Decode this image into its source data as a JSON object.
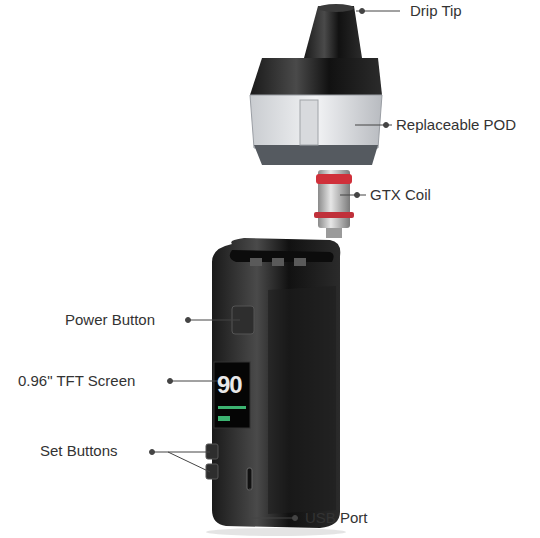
{
  "diagram": {
    "labels": [
      "Drip Tip",
      "Replaceable POD",
      "GTX Coil",
      "Power Button",
      "0.96\" TFT Screen",
      "Set Buttons",
      "USB Port",
      "90"
    ]
  }
}
